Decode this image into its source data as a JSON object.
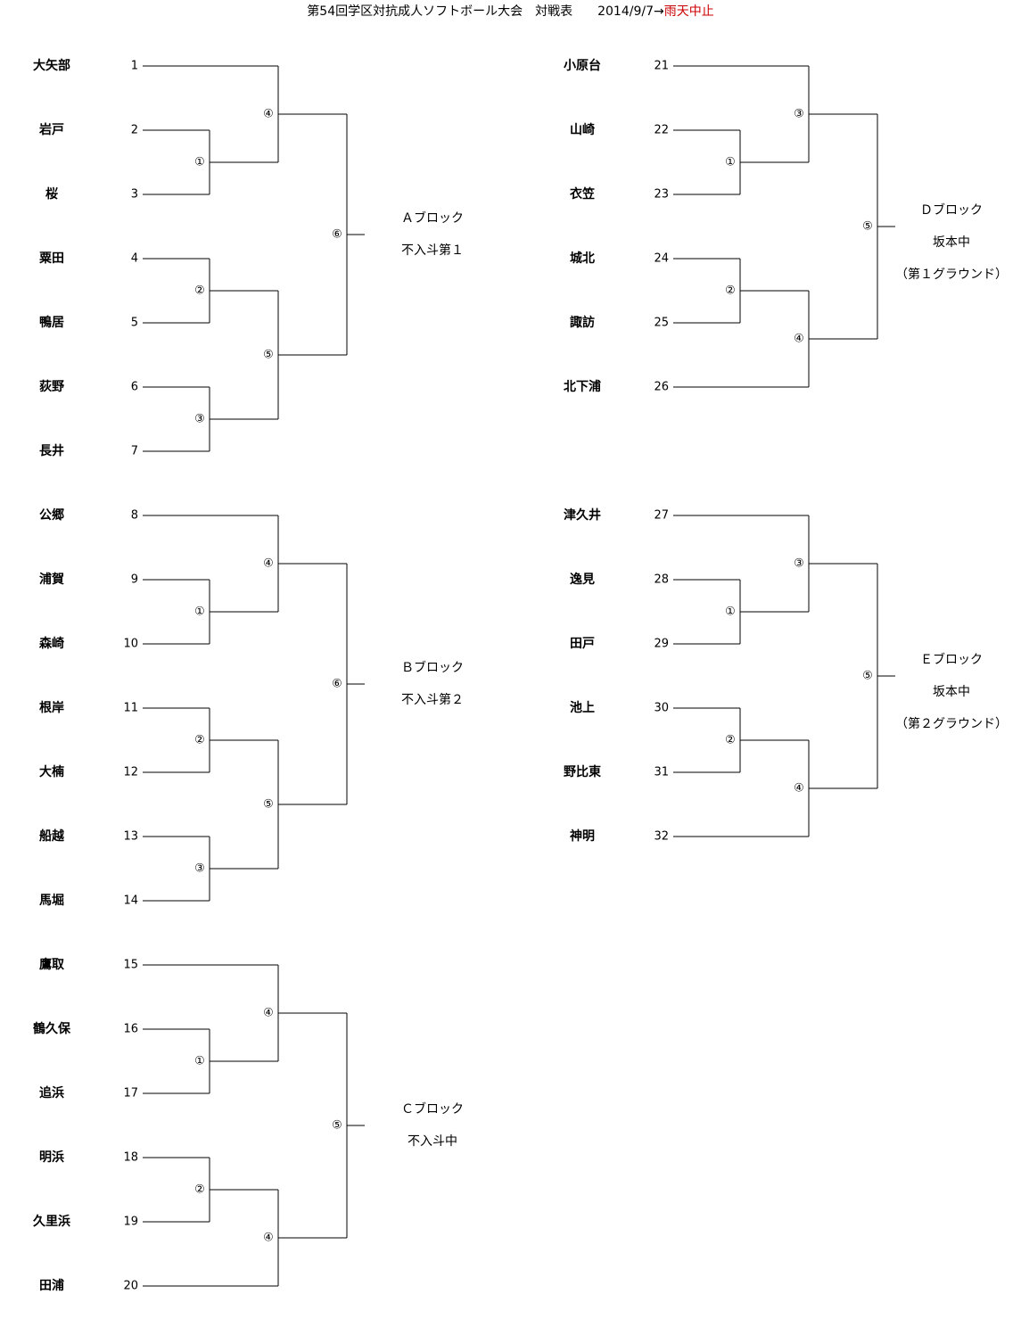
{
  "header": {
    "title_main": "第54回学区対抗成人ソフトボール大会　対戦表　　2014/9/7→",
    "title_alert": "雨天中止"
  },
  "blocks": [
    {
      "id": "A",
      "teams": [
        {
          "name": "大矢部",
          "seed": "1"
        },
        {
          "name": "岩戸",
          "seed": "2"
        },
        {
          "name": "桜",
          "seed": "3"
        },
        {
          "name": "粟田",
          "seed": "4"
        },
        {
          "name": "鴨居",
          "seed": "5"
        },
        {
          "name": "荻野",
          "seed": "6"
        },
        {
          "name": "長井",
          "seed": "7"
        }
      ],
      "match_labels": [
        "①",
        "②",
        "③",
        "④",
        "⑤",
        "⑥"
      ],
      "info": [
        "Ａブロック",
        "不入斗第１"
      ]
    },
    {
      "id": "B",
      "teams": [
        {
          "name": "公郷",
          "seed": "8"
        },
        {
          "name": "浦賀",
          "seed": "9"
        },
        {
          "name": "森崎",
          "seed": "10"
        },
        {
          "name": "根岸",
          "seed": "11"
        },
        {
          "name": "大楠",
          "seed": "12"
        },
        {
          "name": "船越",
          "seed": "13"
        },
        {
          "name": "馬堀",
          "seed": "14"
        }
      ],
      "match_labels": [
        "①",
        "②",
        "③",
        "④",
        "⑤",
        "⑥"
      ],
      "info": [
        "Ｂブロック",
        "不入斗第２"
      ]
    },
    {
      "id": "C",
      "teams": [
        {
          "name": "鷹取",
          "seed": "15"
        },
        {
          "name": "鶴久保",
          "seed": "16"
        },
        {
          "name": "追浜",
          "seed": "17"
        },
        {
          "name": "明浜",
          "seed": "18"
        },
        {
          "name": "久里浜",
          "seed": "19"
        },
        {
          "name": "田浦",
          "seed": "20"
        }
      ],
      "match_labels": [
        "①",
        "②",
        "④",
        "④",
        "⑤"
      ],
      "info": [
        "Ｃブロック",
        "不入斗中"
      ]
    },
    {
      "id": "D",
      "teams": [
        {
          "name": "小原台",
          "seed": "21"
        },
        {
          "name": "山崎",
          "seed": "22"
        },
        {
          "name": "衣笠",
          "seed": "23"
        },
        {
          "name": "城北",
          "seed": "24"
        },
        {
          "name": "諏訪",
          "seed": "25"
        },
        {
          "name": "北下浦",
          "seed": "26"
        }
      ],
      "match_labels": [
        "①",
        "②",
        "③",
        "④",
        "⑤"
      ],
      "info": [
        "Ｄブロック",
        "坂本中",
        "（第１グラウンド）"
      ]
    },
    {
      "id": "E",
      "teams": [
        {
          "name": "津久井",
          "seed": "27"
        },
        {
          "name": "逸見",
          "seed": "28"
        },
        {
          "name": "田戸",
          "seed": "29"
        },
        {
          "name": "池上",
          "seed": "30"
        },
        {
          "name": "野比東",
          "seed": "31"
        },
        {
          "name": "神明",
          "seed": "32"
        }
      ],
      "match_labels": [
        "①",
        "②",
        "③",
        "④",
        "⑤"
      ],
      "info": [
        "Ｅブロック",
        "坂本中",
        "（第２グラウンド）"
      ]
    }
  ]
}
